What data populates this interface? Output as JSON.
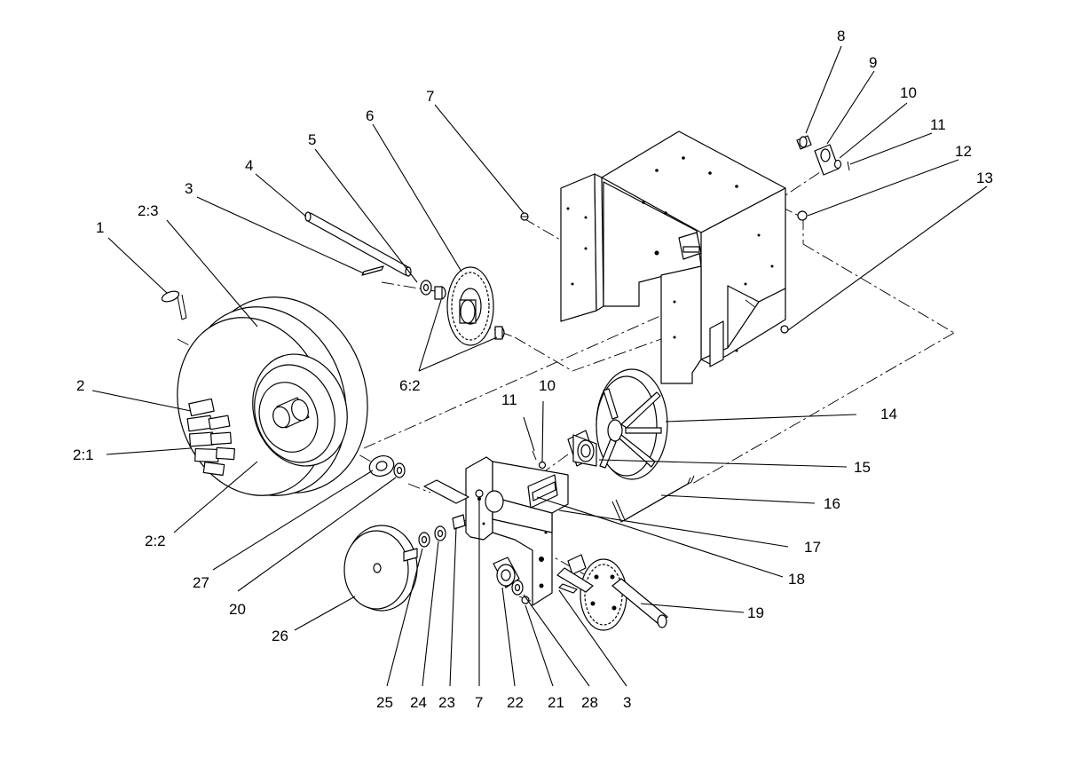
{
  "callouts": {
    "c1": "1",
    "c2_3": "2:3",
    "c3_top": "3",
    "c4": "4",
    "c5": "5",
    "c6": "6",
    "c7_top": "7",
    "c8": "8",
    "c9": "9",
    "c10_top": "10",
    "c11_top": "11",
    "c12": "12",
    "c13": "13",
    "c2": "2",
    "c2_1": "2:1",
    "c6_2": "6:2",
    "c11_mid": "11",
    "c10_mid": "10",
    "c14": "14",
    "c15": "15",
    "c16": "16",
    "c17": "17",
    "c18": "18",
    "c19": "19",
    "c2_2": "2:2",
    "c27": "27",
    "c20": "20",
    "c26": "26",
    "c25": "25",
    "c24": "24",
    "c23": "23",
    "c7_bottom": "7",
    "c22": "22",
    "c21": "21",
    "c28": "28",
    "c3_bottom": "3"
  }
}
